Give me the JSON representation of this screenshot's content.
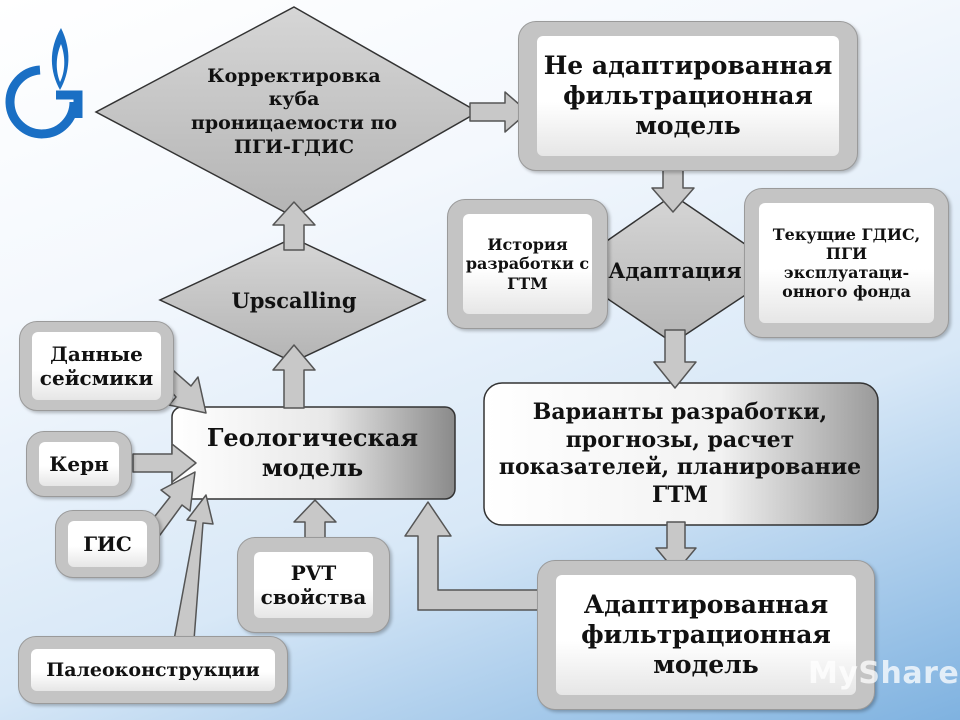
{
  "logo": {
    "icon": "gazprom-flame-logo",
    "color": "#1a6fc4"
  },
  "nodes": {
    "correction": "Корректировка куба проницаемости по ПГИ-ГДИС",
    "upscaling": "Upscalling",
    "not_adapted": "Не адаптированная фильтрационная модель",
    "adaptation": "Адаптация",
    "history": "История разработки с ГТМ",
    "current_gdis": "Текущие ГДИС, ПГИ эксплуатаци-онного фонда",
    "geo_model": "Геологическая модель",
    "variants": "Варианты разработки, прогнозы, расчет показателей, планирование ГТМ",
    "adapted": "Адаптированная фильтрационная модель",
    "seismic": "Данные сейсмики",
    "core": "Керн",
    "gis": "ГИС",
    "pvt": "PVT свойства",
    "paleo": "Палеоконструкции"
  },
  "watermark": "MyShared",
  "colors": {
    "frame": "#c4c4c4",
    "arrow": "#c8c8c8",
    "diamond": "#c9c9c9"
  }
}
